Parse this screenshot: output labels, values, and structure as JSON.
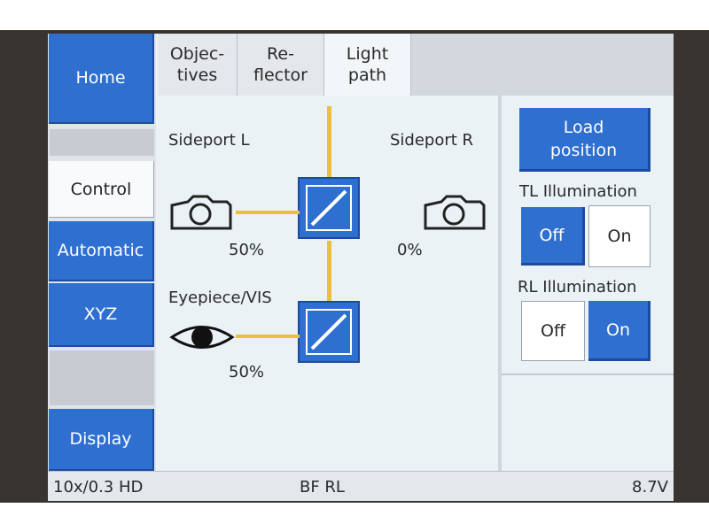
{
  "sidebar": {
    "items": [
      {
        "label": "Home",
        "active": false
      },
      {
        "label": "Control",
        "active": true
      },
      {
        "label": "Automatic",
        "active": false
      },
      {
        "label": "XYZ",
        "active": false
      },
      {
        "label": "Display",
        "active": false
      }
    ]
  },
  "tabs": [
    {
      "label": "Objec-\ntives",
      "active": false
    },
    {
      "label": "Re-\nflector",
      "active": false
    },
    {
      "label": "Light\npath",
      "active": true
    }
  ],
  "lightpath": {
    "sideport_l": {
      "label": "Sideport L",
      "percent": "50%",
      "icon": "camera-icon"
    },
    "sideport_r": {
      "label": "Sideport R",
      "percent": "0%",
      "icon": "camera-icon"
    },
    "eyepiece": {
      "label": "Eyepiece/VIS",
      "percent": "50%",
      "icon": "eye-icon"
    }
  },
  "right_panel": {
    "load_position": "Load\nposition",
    "tl_illumination": {
      "label": "TL Illumination",
      "off": "Off",
      "on": "On",
      "state": "Off"
    },
    "rl_illumination": {
      "label": "RL Illumination",
      "off": "Off",
      "on": "On",
      "state": "On"
    }
  },
  "status": {
    "objective": "10x/0.3 HD",
    "mode": "BF RL",
    "value": "8.7V"
  },
  "colors": {
    "accent": "#2f6fcf",
    "beam": "#e8c23a",
    "background": "#eaf2f5"
  }
}
